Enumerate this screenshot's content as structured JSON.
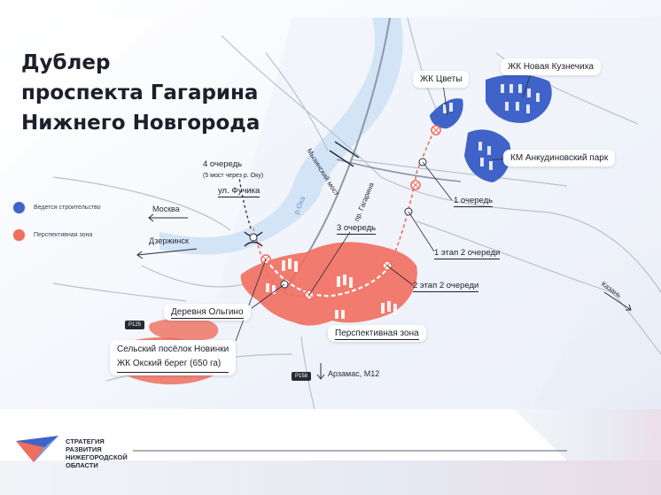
{
  "title": {
    "line1": "Дублер",
    "line2": "проспекта Гагарина",
    "line3": "Нижнего Новгорода"
  },
  "legend": [
    {
      "label": "Ведется строительство",
      "color": "#3f63c8"
    },
    {
      "label": "Перспективная зона",
      "color": "#ef6e5e"
    }
  ],
  "colors": {
    "zone": "#ef6e5e",
    "construction": "#3f63c8",
    "river": "#d3e4f6",
    "route": "#ef6e5e"
  },
  "labels": {
    "zk_cvety": "ЖК Цветы",
    "zk_novaya_kuznechikha": "ЖК Новая Кузнечиха",
    "km_ankudinovsky": "КМ Анкудиновский парк",
    "queue1": "1 очередь",
    "queue3": "3 очередь",
    "stage1_queue2": "1 этап 2 очереди",
    "stage2_queue2": "2 этап 2 очереди",
    "perspective_zone": "Перспективная зона",
    "derevnya_olgino": "Деревня Ольгино",
    "novinki_line1": "Сельский посёлок Новинки",
    "novinki_line2": "ЖК Окский берег (650 га)",
    "queue4_line1": "4 очередь",
    "queue4_line2": "(5 мост через р. Оку)",
    "fuchika": "ул. Фучика"
  },
  "map_text": {
    "myzinsky": "Мызинский мост",
    "gagarina": "пр. Гагарина",
    "oka": "р.Ока",
    "moskva": "Москва",
    "dzerzhinsk": "Дзержинск",
    "kazan": "Казань",
    "arzamas": "Арзамас, М12",
    "p125": "Р125",
    "p158": "Р158"
  },
  "logo": {
    "line1": "СТРАТЕГИЯ",
    "line2": "РАЗВИТИЯ",
    "line3": "НИЖЕГОРОДСКОЙ",
    "line4": "ОБЛАСТИ"
  }
}
